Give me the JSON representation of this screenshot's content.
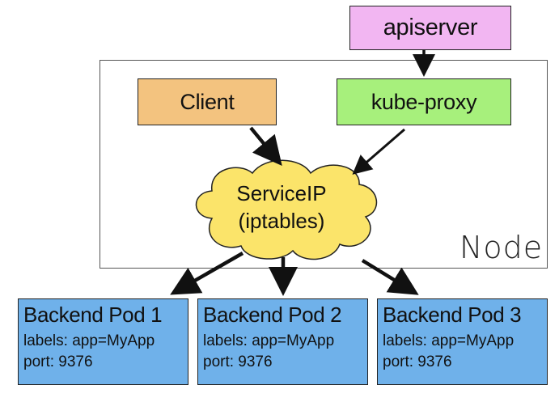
{
  "apiserver": {
    "label": "apiserver",
    "color": "#f2b6f2"
  },
  "client": {
    "label": "Client",
    "color": "#f3c37f"
  },
  "kube_proxy": {
    "label": "kube-proxy",
    "color": "#a7f07c"
  },
  "node": {
    "label": "Node"
  },
  "service": {
    "line1": "ServiceIP",
    "line2": "(iptables)",
    "color": "#fbe46a"
  },
  "pods": [
    {
      "title": "Backend Pod 1",
      "labels": "labels: app=MyApp",
      "port": "port: 9376"
    },
    {
      "title": "Backend Pod 2",
      "labels": "labels: app=MyApp",
      "port": "port: 9376"
    },
    {
      "title": "Backend Pod 3",
      "labels": "labels: app=MyApp",
      "port": "port: 9376"
    }
  ],
  "pod_color": "#6fb1ea"
}
